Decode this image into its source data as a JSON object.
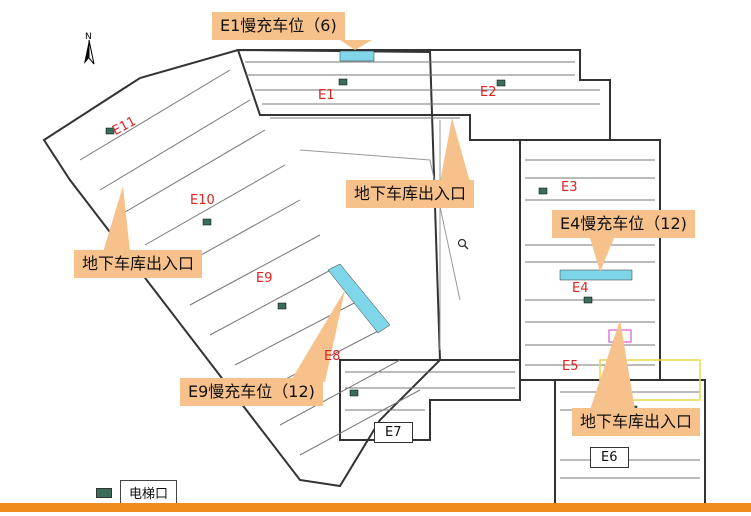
{
  "callouts": {
    "e1_charging": "E1慢充车位（6)",
    "exit_center": "地下车库出入口",
    "e4_charging": "E4慢充车位（12)",
    "exit_left": "地下车库出入口",
    "e9_charging": "E9慢充车位（12)",
    "exit_right": "地下车库出入口"
  },
  "zones": [
    "E1",
    "E2",
    "E3",
    "E4",
    "E5",
    "E6",
    "E7",
    "E8",
    "E9",
    "E10",
    "E11"
  ],
  "legend": {
    "label": "电梯口"
  },
  "compass": {
    "north": "N"
  },
  "colors": {
    "callout_bg": "#f7c18c",
    "zone_text": "#dd2222",
    "charging_spot": "#7fd6e8",
    "bottom_bar": "#f08c1e",
    "elevator": "#3a6e5a"
  }
}
